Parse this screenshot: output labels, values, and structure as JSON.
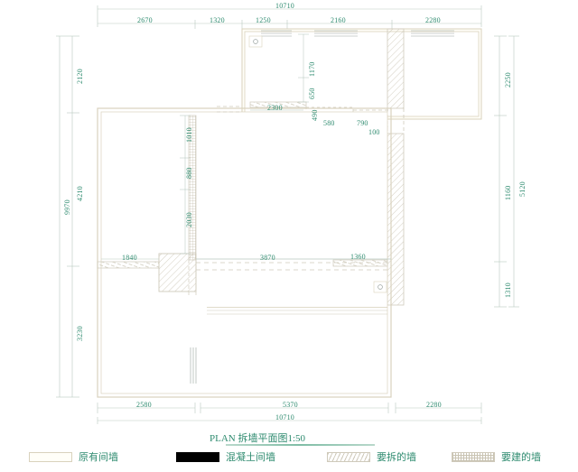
{
  "drawing": {
    "title": "PLAN  拆墙平面图1:50",
    "scale": "1:50",
    "units": "mm"
  },
  "dimensions": {
    "top": {
      "overall": "10710",
      "segments": [
        "2670",
        "1320",
        "1250",
        "2160",
        "2280"
      ]
    },
    "bottom": {
      "overall": "10710",
      "segments": [
        "2580",
        "5370",
        "2280"
      ]
    },
    "left": {
      "overall": "9970",
      "segments": [
        "2120",
        "4210",
        "3230"
      ]
    },
    "right": {
      "overall": "5120",
      "segments": [
        "2250",
        "1160",
        "1310"
      ]
    },
    "interior": {
      "d_1170": "1170",
      "d_650": "650",
      "d_2300": "2300",
      "d_490": "490",
      "d_580": "580",
      "d_790": "790",
      "d_100": "100",
      "d_1010": "1010",
      "d_880": "880",
      "d_2030": "2030",
      "d_1840": "1840",
      "d_3870": "3870",
      "d_1360": "1360"
    }
  },
  "legend": {
    "items": [
      {
        "key": "existing",
        "label": "原有间墙",
        "swatch": "existing-wall-swatch"
      },
      {
        "key": "concrete",
        "label": "混凝土间墙",
        "swatch": "concrete-wall-swatch"
      },
      {
        "key": "demolish",
        "label": "要拆的墙",
        "swatch": "demolish-wall-swatch"
      },
      {
        "key": "build",
        "label": "要建的墙",
        "swatch": "build-wall-swatch"
      }
    ]
  },
  "colors": {
    "dimension_text": "#2e8b6f",
    "wall_outline": "#d9d2bd",
    "concrete_fill": "#000000",
    "background": "#ffffff"
  }
}
